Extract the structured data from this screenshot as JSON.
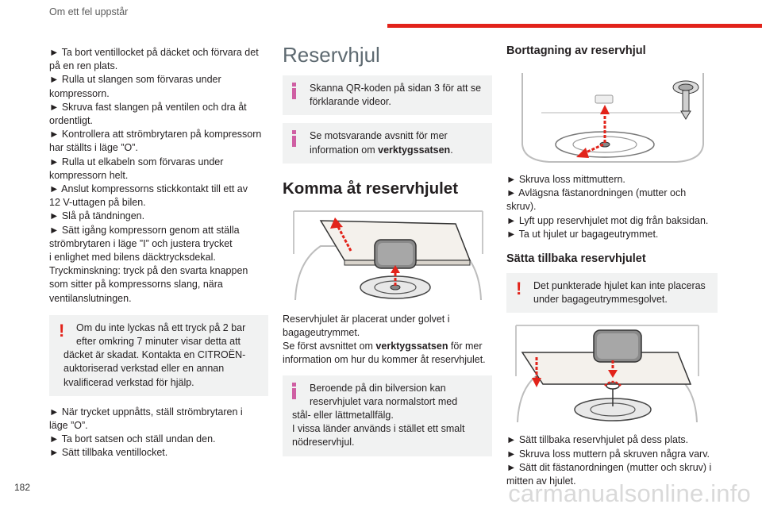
{
  "header": {
    "section_title": "Om ett fel uppstår"
  },
  "page_number": "182",
  "watermark": "carmanualsonline.info",
  "col1": {
    "steps_top": [
      "► Ta bort ventillocket på däcket och förvara det",
      "på en ren plats.",
      "► Rulla ut slangen som förvaras under",
      "kompressorn.",
      "► Skruva fast slangen på ventilen och dra åt",
      "ordentligt.",
      "► Kontrollera att strömbrytaren på kompressorn",
      "har ställts i läge ”O”.",
      "► Rulla ut elkabeln som förvaras under",
      "kompressorn helt.",
      "► Anslut kompressorns stickkontakt till ett av",
      "12 V-uttagen på bilen.",
      "► Slå på tändningen.",
      "► Sätt igång kompressorn genom att ställa",
      "strömbrytaren i läge ”I” och justera trycket",
      "i enlighet med bilens däcktrycksdekal.",
      "Tryckminskning: tryck på den svarta knappen",
      "som sitter på kompressorns slang, nära",
      "ventilanslutningen."
    ],
    "warning_note": [
      "Om du inte lyckas nå ett tryck på 2 bar",
      "efter omkring 7 minuter visar detta att",
      "däcket är skadat. Kontakta en CITROËN-",
      "auktoriserad verkstad eller en annan",
      "kvalificerad verkstad för hjälp."
    ],
    "steps_bottom": [
      "► När trycket uppnåtts, ställ strömbrytaren i",
      "läge ”O”.",
      "► Ta bort satsen och ställ undan den.",
      "► Sätt tillbaka ventillocket."
    ]
  },
  "col2": {
    "title": "Reservhjul",
    "info_note_1": [
      "Skanna QR-koden på sidan 3 för att se",
      "förklarande videor."
    ],
    "info_note_2_line1": "Se motsvarande avsnitt för mer",
    "info_note_2_line2_prefix": "information om ",
    "info_note_2_bold": "verktygssatsen",
    "info_note_2_suffix": ".",
    "subtitle": "Komma åt reservhjulet",
    "para_lines": [
      "Reservhjulet är placerat under golvet i",
      "bagageutrymmet."
    ],
    "para_line3_prefix": "Se först avsnittet om ",
    "para_line3_bold": "verktygssatsen",
    "para_line3_suffix": " för mer",
    "para_line4": "information om hur du kommer åt reservhjulet.",
    "info_note_3": [
      "Beroende på din bilversion kan",
      "reservhjulet vara normalstort med",
      "stål- eller lättmetallfälg.",
      "I vissa länder används i stället ett smalt",
      "nödreservhjul."
    ]
  },
  "col3": {
    "heading_removal": "Borttagning av reservhjul",
    "removal_steps": [
      "► Skruva loss mittmuttern.",
      "► Avlägsna fästanordningen (mutter och skruv).",
      "► Lyft upp reservhjulet mot dig från baksidan.",
      "► Ta ut hjulet ur bagageutrymmet."
    ],
    "heading_refit": "Sätta tillbaka reservhjulet",
    "warning_note": [
      "Det punkterade hjulet kan inte placeras",
      "under bagageutrymmesgolvet."
    ],
    "refit_steps": [
      "► Sätt tillbaka reservhjulet på dess plats.",
      "► Skruva loss muttern på skruven några varv.",
      "► Sätt dit fästanordningen (mutter och skruv) i",
      "mitten av hjulet."
    ]
  },
  "colors": {
    "accent_red": "#e2231a",
    "info_magenta": "#cf5fa3",
    "note_bg": "#f1f2f2",
    "heading_grey": "#5e6a71"
  }
}
